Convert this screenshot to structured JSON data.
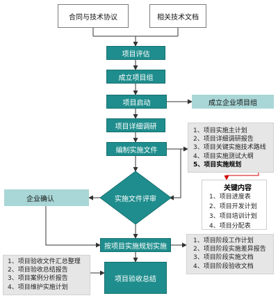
{
  "top_docs": [
    "合同与技术协议",
    "相关技术文档"
  ],
  "steps": {
    "evaluate": "项目评估",
    "form_group": "成立项目组",
    "launch": "项目启动",
    "research": "项目详细调研",
    "prepare_docs": "编制实施文件",
    "review": "实施文件评审",
    "implement": "按项目实施规划实施",
    "acceptance": "项目验收总结"
  },
  "side_boxes": {
    "enterprise_group": "成立企业项目组",
    "enterprise_confirm": "企业确认"
  },
  "plan_docs": [
    "1、项目实施主计划",
    "2、项目详细调研报告",
    "3、项目关键实施技术路线",
    "4、项目实施测试大纲",
    "5、项目实施规划"
  ],
  "key_content": {
    "title": "关键内容",
    "items": [
      "1、项目进度表",
      "2、项目开发计划",
      "3、项目培训计划",
      "4、项目分配表"
    ]
  },
  "stage_plans": [
    "1、项目阶段工作计划",
    "2、项目阶段实施差异报告",
    "3、项目阶段实施文档",
    "4、项目阶段验收文档"
  ],
  "acceptance_docs": [
    "1、项目验收文件汇总整理",
    "2、项目验收总结报告",
    "3、项目案例分析报告",
    "4、项目维护实施计划"
  ],
  "colors": {
    "process": "#1f8d8d",
    "side": "#a9d6d6",
    "panel": "#e6e6e6",
    "highlight_arrow": "#d00000"
  }
}
